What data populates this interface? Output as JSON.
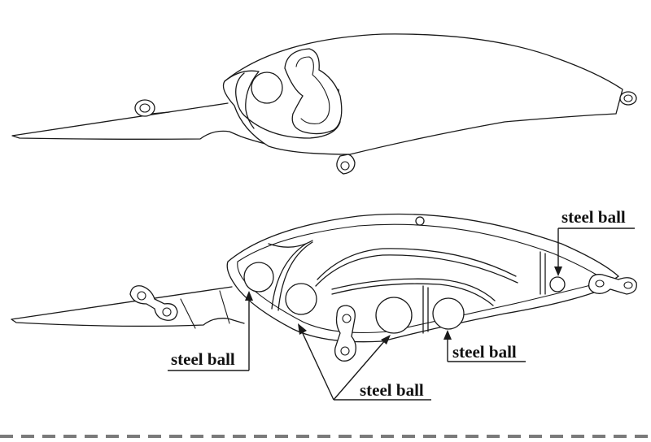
{
  "labels": {
    "callout_right": "steel ball",
    "callout_left": "steel ball",
    "callout_middle": "steel ball",
    "callout_bottom": "steel ball"
  }
}
